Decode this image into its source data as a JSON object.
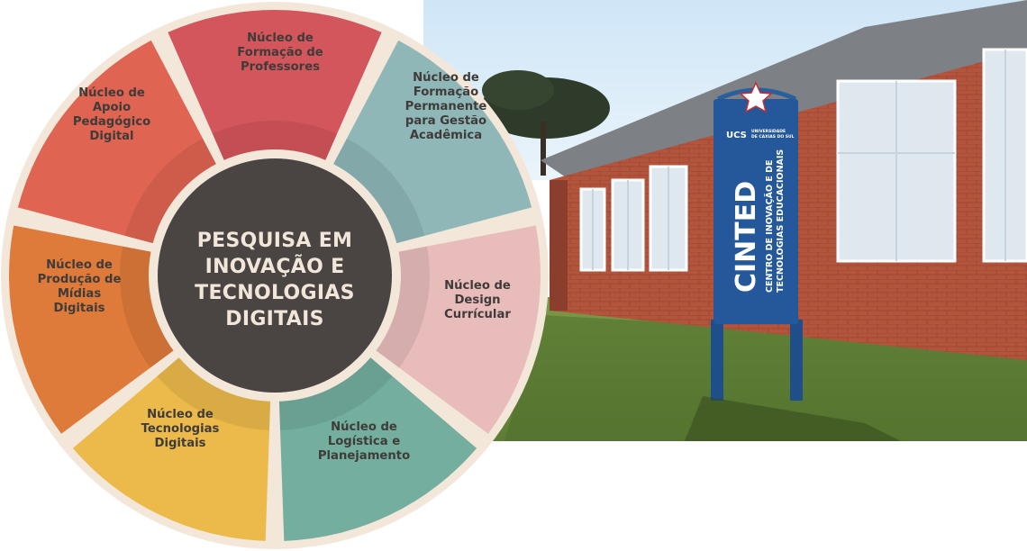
{
  "wheel": {
    "hub_lines": [
      "PESQUISA EM",
      "INOVAÇÃO E",
      "TECNOLOGIAS",
      "DIGITAIS"
    ],
    "colors": {
      "ring": "#f3e7da",
      "hub": "#4a4543",
      "hub_text": "#f1e6d9",
      "label_text": "#3f3b39"
    },
    "sectors": [
      {
        "id": "formacao-professores",
        "lines": [
          "Núcleo de",
          "Formação de",
          "Professores"
        ],
        "color": "#d4565d"
      },
      {
        "id": "formacao-permanente",
        "lines": [
          "Núcleo de",
          "Formação",
          "Permanente",
          "para  Gestão",
          "Acadêmica"
        ],
        "color": "#8fb7b8"
      },
      {
        "id": "design-curricular",
        "lines": [
          "Núcleo de",
          "Design",
          "Currícular"
        ],
        "color": "#e9bcbc"
      },
      {
        "id": "logistica",
        "lines": [
          "Núcleo de",
          "Logística e",
          "Planejamento"
        ],
        "color": "#74ae9f"
      },
      {
        "id": "tecnologias-digitais",
        "lines": [
          "Núcleo de",
          "Tecnologias",
          "Digitais"
        ],
        "color": "#ebba4b"
      },
      {
        "id": "producao-midias",
        "lines": [
          "Núcleo de",
          "Produção de",
          "Mídias",
          "Digitais"
        ],
        "color": "#de7a3a"
      },
      {
        "id": "apoio-pedagogico",
        "lines": [
          "Núcleo de",
          "Apoio",
          "Pedagógico",
          "Digital"
        ],
        "color": "#df6452"
      }
    ]
  },
  "photo": {
    "sign": {
      "ucs_label": "UCS",
      "university_lines": [
        "UNIVERSIDADE",
        "DE CAXIAS DO SUL"
      ],
      "title": "CINTED",
      "subtitle_lines": [
        "CENTRO DE INOVAÇÃO E DE",
        "TECNOLOGIAS EDUCACIONAIS"
      ]
    }
  }
}
